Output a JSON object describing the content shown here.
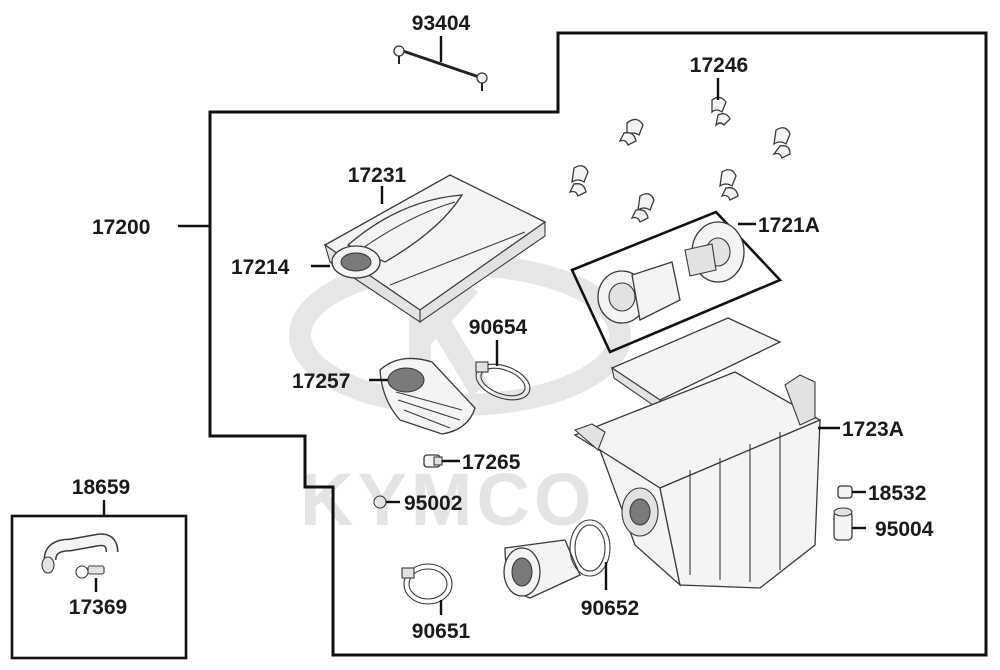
{
  "watermark": {
    "brand_text": "KYMCO"
  },
  "labels": {
    "l93404": "93404",
    "l17246": "17246",
    "l17231": "17231",
    "l17200": "17200",
    "l1721A": "1721A",
    "l17214": "17214",
    "l90654": "90654",
    "l17257": "17257",
    "l1723A": "1723A",
    "l17265": "17265",
    "l18659": "18659",
    "l18532": "18532",
    "l95002": "95002",
    "l95004": "95004",
    "l17369": "17369",
    "l90652": "90652",
    "l90651": "90651"
  },
  "colors": {
    "line": "#111111",
    "part_fill": "#f4f4f4",
    "watermark": "#e4e4e4"
  }
}
